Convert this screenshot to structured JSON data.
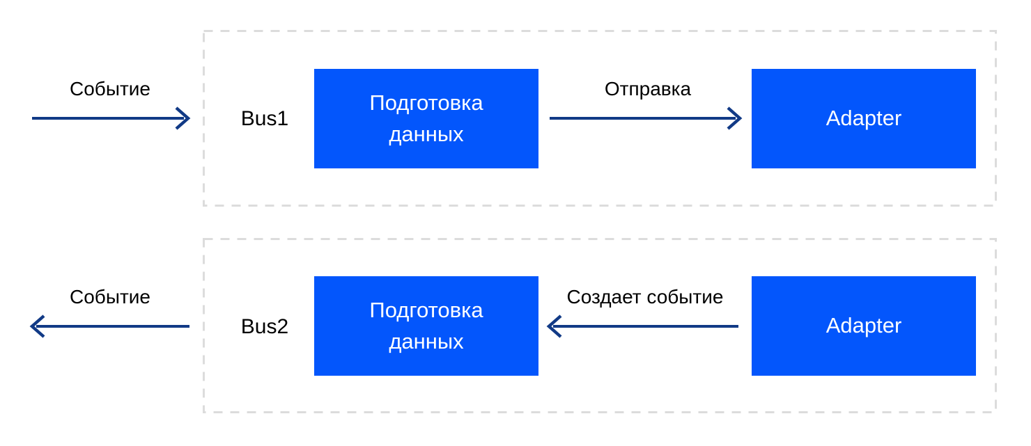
{
  "colors": {
    "box_fill": "#0356FC",
    "arrow": "#113A86",
    "dashed_border": "#DCDCDC",
    "label_text": "#000000",
    "box_text": "#FFFFFF"
  },
  "row1": {
    "bus_label": "Bus1",
    "incoming_arrow_label": "Событие",
    "prepare_box_label": "Подготовка данных",
    "send_arrow_label": "Отправка",
    "adapter_box_label": "Adapter"
  },
  "row2": {
    "bus_label": "Bus2",
    "outgoing_arrow_label": "Событие",
    "prepare_box_label": "Подготовка данных",
    "create_arrow_label": "Создает событие",
    "adapter_box_label": "Adapter"
  }
}
